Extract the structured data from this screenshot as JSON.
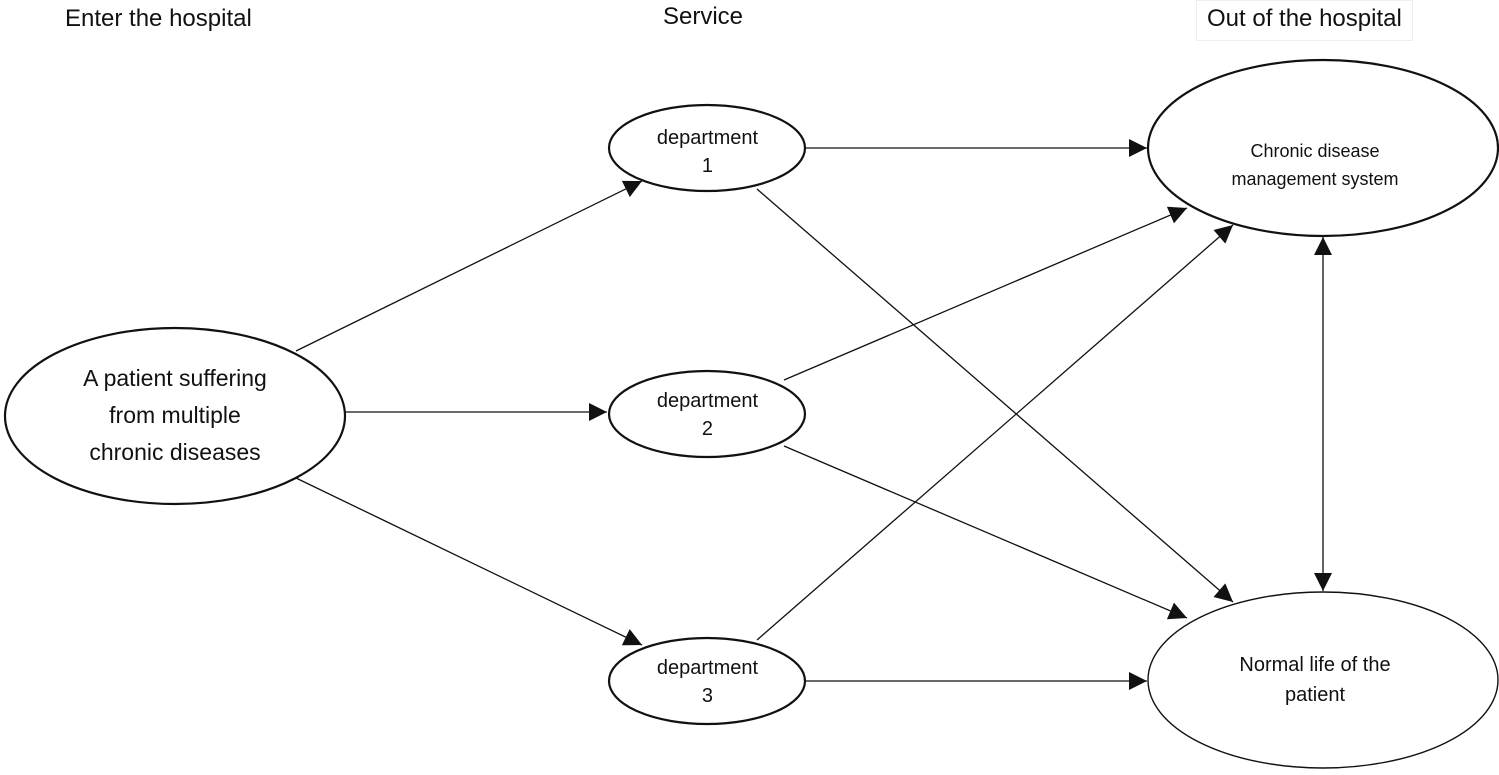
{
  "headers": {
    "enter": "Enter the hospital",
    "service": "Service",
    "out": "Out of the hospital"
  },
  "nodes": {
    "patient": {
      "line1": "A patient suffering",
      "line2": "from multiple",
      "line3": "chronic diseases"
    },
    "dep1": {
      "line1": "department",
      "line2": "1"
    },
    "dep2": {
      "line1": "department",
      "line2": "2"
    },
    "dep3": {
      "line1": "department",
      "line2": "3"
    },
    "cdms": {
      "line1": "Chronic disease",
      "line2": "management system"
    },
    "normal": {
      "line1": "Normal life of the",
      "line2": "patient"
    }
  },
  "edges": [
    {
      "from": "patient",
      "to": "dep1"
    },
    {
      "from": "patient",
      "to": "dep2"
    },
    {
      "from": "patient",
      "to": "dep3"
    },
    {
      "from": "dep1",
      "to": "cdms"
    },
    {
      "from": "dep1",
      "to": "normal"
    },
    {
      "from": "dep2",
      "to": "cdms"
    },
    {
      "from": "dep2",
      "to": "normal"
    },
    {
      "from": "dep3",
      "to": "cdms"
    },
    {
      "from": "dep3",
      "to": "normal"
    },
    {
      "from": "cdms",
      "to": "normal",
      "bidirectional": true
    }
  ],
  "colors": {
    "stroke": "#111111",
    "background": "#ffffff"
  }
}
